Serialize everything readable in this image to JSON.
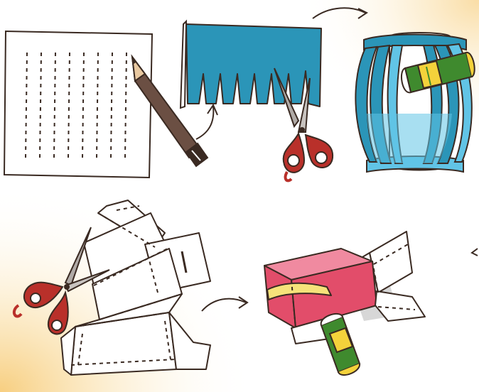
{
  "scene": {
    "kind": "illustration",
    "colors": {
      "background": "#ffffff",
      "warm_glow": "#f6c66a",
      "outline": "#3a2a22",
      "paper_blue": "#2b95b8",
      "paper_blue_light": "#61c4e6",
      "paper_white": "#ffffff",
      "pencil_body": "#6b4f43",
      "pencil_wood": "#e8c8a0",
      "scissors_handle": "#b9302a",
      "scissors_blade": "#b0aaa6",
      "glue_green": "#3f8a2e",
      "glue_yellow": "#f4d23b",
      "cake_pink": "#e24d6a",
      "cake_pink_light": "#f08aa0",
      "cake_cream": "#f6e27a",
      "shadow_grey": "#d7d7d7"
    },
    "icons": [
      "paper-sheet-with-dashed-lines",
      "pencil-icon",
      "curved-arrow-icon",
      "fringed-blue-paper",
      "scissors-icon",
      "paper-lantern",
      "glue-stick-icon",
      "cake-box-net",
      "cake-slice-box"
    ]
  }
}
